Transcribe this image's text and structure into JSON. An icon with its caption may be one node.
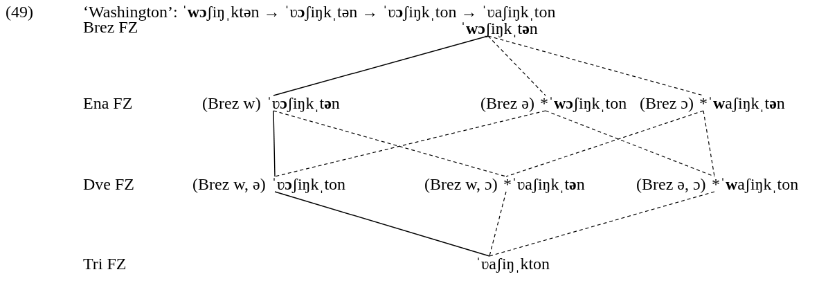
{
  "diagram": {
    "title": "‘Washington’: ˈ**wɔ**ʃiŋˌktən → ˈʋ**ɔ**ʃiŋkˌtən → ˈʋ**ɔ**ʃiŋkˌton → ˈʋaʃiŋkˌton",
    "nodes": [
      {
        "text": [
          "ˈ**wɔ**ʃiŋkˌt**ə**n"
        ]
      },
      {
        "text": [
          "ˈʋ**ɔ**ʃiŋkˌt**ə**n"
        ],
        "beside": [
          "(Brez w)"
        ]
      },
      {
        "text": [
          "*ˈ**wɔ**ʃiŋkˌton"
        ],
        "beside": [
          "(Brez ə)"
        ]
      },
      {
        "text": [
          "*ˈ**w**aʃiŋkˌt**ə**n"
        ],
        "beside": [
          "(Brez ɔ)"
        ]
      },
      {
        "text": [
          "ˈʋ**ɔ**ʃiŋkˌton"
        ],
        "beside": [
          "(Brez w, ə)"
        ]
      },
      {
        "text": [
          "*ˈʋaʃiŋkˌt**ə**n"
        ],
        "beside": [
          "(Brez w, ɔ)"
        ]
      },
      {
        "text": [
          "*ˈ**w**aʃiŋkˌton"
        ],
        "beside": [
          "(Brez ə, ɔ)"
        ]
      },
      {
        "text": [
          "ˈʋaʃiŋˌkton"
        ]
      }
    ],
    "edges": [
      {
        "from": 0,
        "to": 1,
        "arrow": "none"
      },
      {
        "from": 0,
        "to": 2,
        "arrow": "none",
        "style": "dashed"
      },
      {
        "from": 0,
        "to": 3,
        "arrow": "none",
        "style": "dashed"
      },
      {
        "from": 1,
        "to": 4,
        "arrow": "none"
      },
      {
        "from": 1,
        "to": 5,
        "arrow": "none",
        "style": "dashed"
      },
      {
        "from": 2,
        "to": 4,
        "arrow": "none",
        "style": "dashed"
      },
      {
        "from": 2,
        "to": 6,
        "arrow": "none",
        "style": "dashed"
      },
      {
        "from": 3,
        "to": 5,
        "arrow": "none",
        "style": "dashed"
      },
      {
        "from": 3,
        "to": 6,
        "arrow": "none",
        "style": "dashed"
      },
      {
        "from": 4,
        "to": 7,
        "arrow": "none"
      },
      {
        "from": 5,
        "to": 7,
        "arrow": "none",
        "style": "dashed"
      },
      {
        "from": 6,
        "to": 7,
        "arrow": "none",
        "style": "dashed"
      }
    ],
    "labels": [
      "(49)",
      "Brez FZ",
      "Ena FZ",
      "Dve FZ",
      "Tri FZ"
    ]
  }
}
